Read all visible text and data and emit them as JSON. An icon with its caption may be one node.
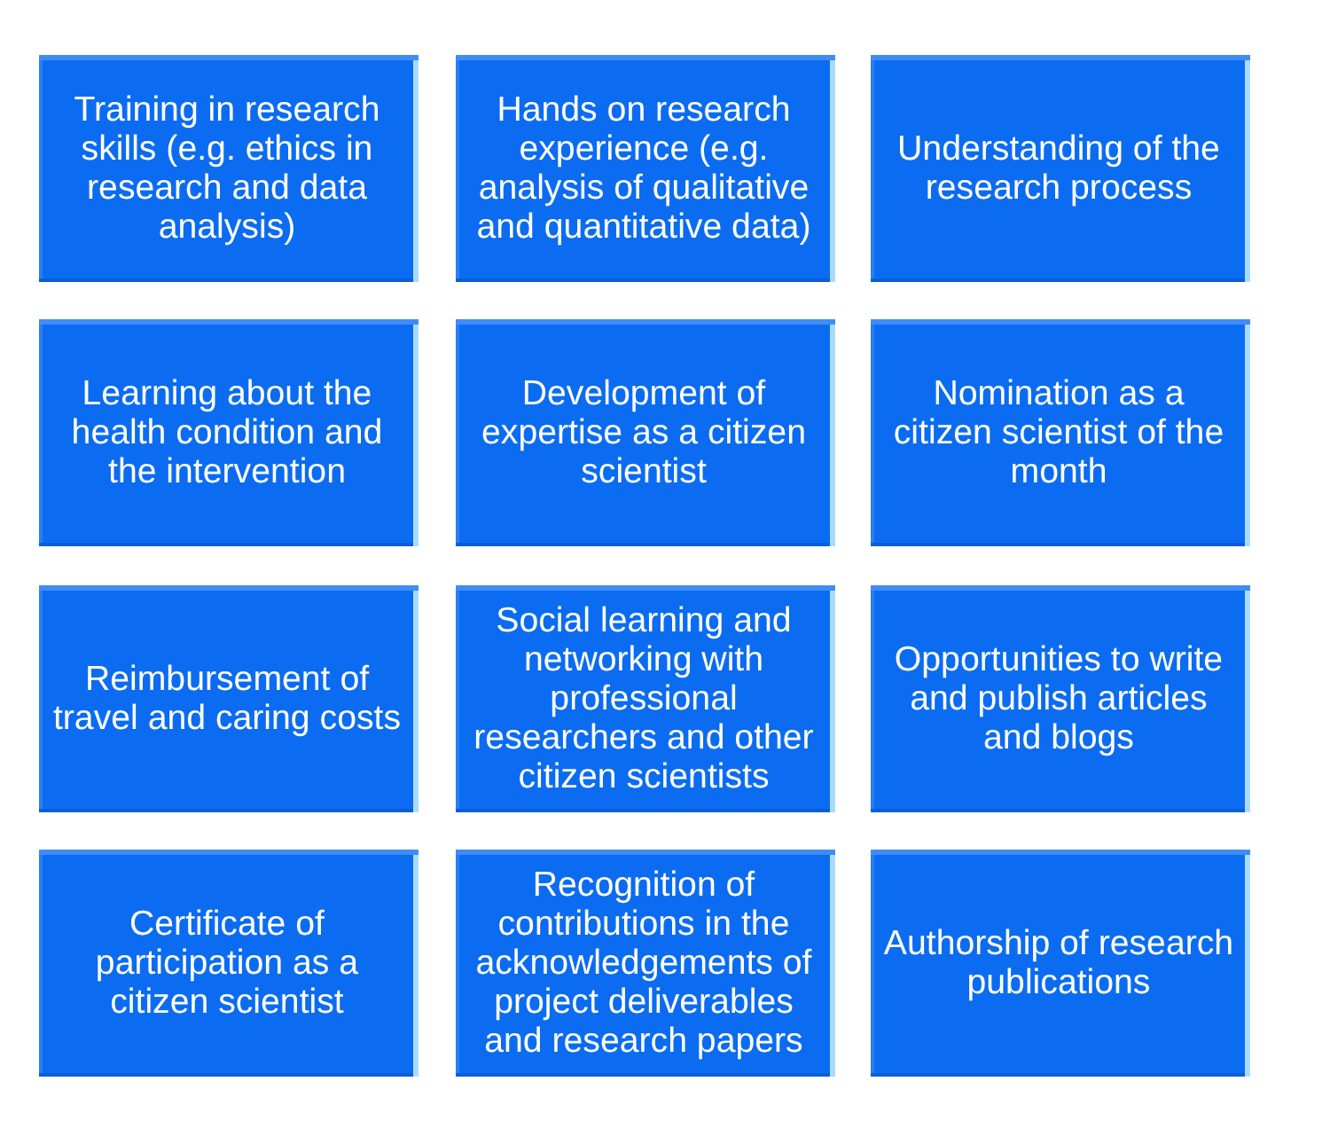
{
  "diagram": {
    "nodes": [
      {
        "text": [
          "Training in research skills (e.g. ethics in research and data analysis)"
        ]
      },
      {
        "text": [
          "Hands on research experience (e.g. analysis of qualitative and quantitative data)"
        ]
      },
      {
        "text": [
          "Understanding of the research process"
        ]
      },
      {
        "text": [
          "Learning about the health condition and the intervention"
        ]
      },
      {
        "text": [
          "Development of expertise as a citizen scientist"
        ]
      },
      {
        "text": [
          "Nomination as a citizen scientist of the month"
        ]
      },
      {
        "text": [
          "Reimbursement of travel and caring costs"
        ]
      },
      {
        "text": [
          "Social learning and networking with professional researchers and other citizen scientists"
        ]
      },
      {
        "text": [
          "Opportunities to write and publish articles and blogs"
        ]
      },
      {
        "text": [
          "Certificate of participation as a citizen scientist"
        ]
      },
      {
        "text": [
          "Recognition of contributions in the acknowledgements of project deliverables and research papers"
        ]
      },
      {
        "text": [
          "Authorship of research publications"
        ]
      }
    ],
    "edges": []
  }
}
